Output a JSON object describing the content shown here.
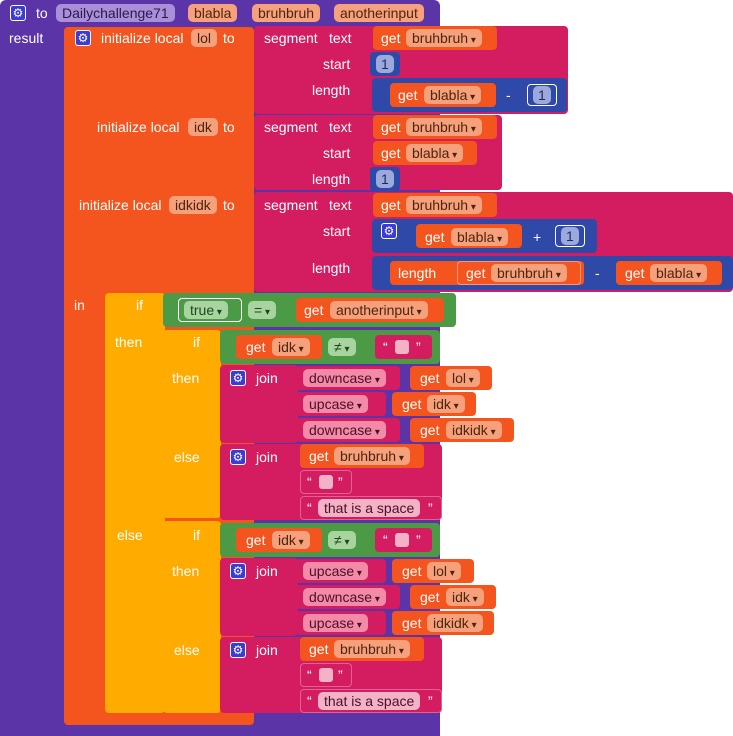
{
  "procedure": {
    "to_label": "to",
    "name": "Dailychallenge71",
    "params": [
      "blabla",
      "bruhbruh",
      "anotherinput"
    ],
    "result_label": "result"
  },
  "locals": {
    "initialize_label": "initialize local",
    "to_label": "to",
    "in_label": "in",
    "names": [
      "lol",
      "idk",
      "idkidk"
    ]
  },
  "segment": {
    "segment_label": "segment",
    "text_label": "text",
    "start_label": "start",
    "length_label": "length"
  },
  "common": {
    "get_label": "get",
    "join_label": "join",
    "if_label": "if",
    "then_label": "then",
    "else_label": "else",
    "length_fn": "length",
    "true_label": "true",
    "eq_op": "=",
    "neq_op": "≠",
    "minus_op": "-",
    "plus_op": "+",
    "open_quote": "“",
    "close_quote": "”",
    "downcase": "downcase",
    "upcase": "upcase",
    "space_text": "that is a space",
    "num_one": "1"
  },
  "vars": {
    "bruhbruh": "bruhbruh",
    "blabla": "blabla",
    "anotherinput": "anotherinput",
    "lol": "lol",
    "idk": "idk",
    "idkidk": "idkidk"
  },
  "colors": {
    "procedure": "#5b34a8",
    "variable": "#f4541e",
    "text": "#d41d61",
    "math": "#2f49a8",
    "control": "#ffab00",
    "logic": "#4c9a45"
  }
}
